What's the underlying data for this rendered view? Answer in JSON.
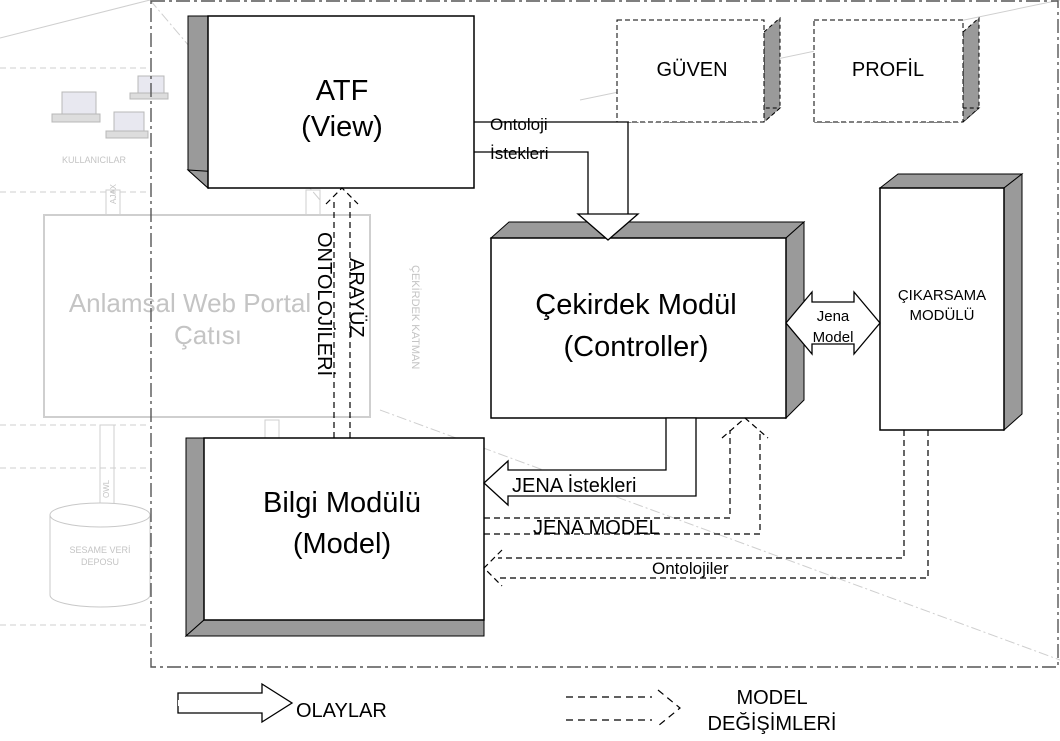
{
  "colors": {
    "box_fill": "#ffffff",
    "box_side": "#9a9a9a",
    "box_stroke": "#000000",
    "faint": "#c8c8c8"
  },
  "background": {
    "users_label": "KULLANICILAR",
    "ajax_label": "AJAX",
    "portal_title_line1": "Anlamsal Web Portal",
    "portal_title_line2": "Çatısı",
    "owl_label": "OWL",
    "repo_line1": "SESAME VERİ",
    "repo_line2": "DEPOSU",
    "kernel_layer_label": "ÇEKİRDEK KATMAN"
  },
  "boxes": {
    "atf": {
      "line1": "ATF",
      "line2": "(View)"
    },
    "guven": {
      "label": "GÜVEN"
    },
    "profil": {
      "label": "PROFİL"
    },
    "cekirdek": {
      "line1": "Çekirdek Modül",
      "line2": "(Controller)"
    },
    "cikarsama": {
      "line1": "ÇIKARSAMA",
      "line2": "MODÜLÜ"
    },
    "bilgi": {
      "line1": "Bilgi Modülü",
      "line2": "(Model)"
    }
  },
  "arrows": {
    "ontoloji_istekleri_line1": "Ontoloji",
    "ontoloji_istekleri_line2": "İstekleri",
    "jena_model_line1": "Jena",
    "jena_model_line2": "Model",
    "jena_istekleri": "JENA İstekleri",
    "jena_model_dashed": "JENA MODEL",
    "ontolojiler": "Ontolojiler",
    "arayuz_line1": "ARAYÜZ",
    "arayuz_line2": "ONTOLOJİLERİ"
  },
  "legend": {
    "olaylar": "OLAYLAR",
    "model_line1": "MODEL",
    "model_line2": "DEĞİŞİMLERİ"
  }
}
